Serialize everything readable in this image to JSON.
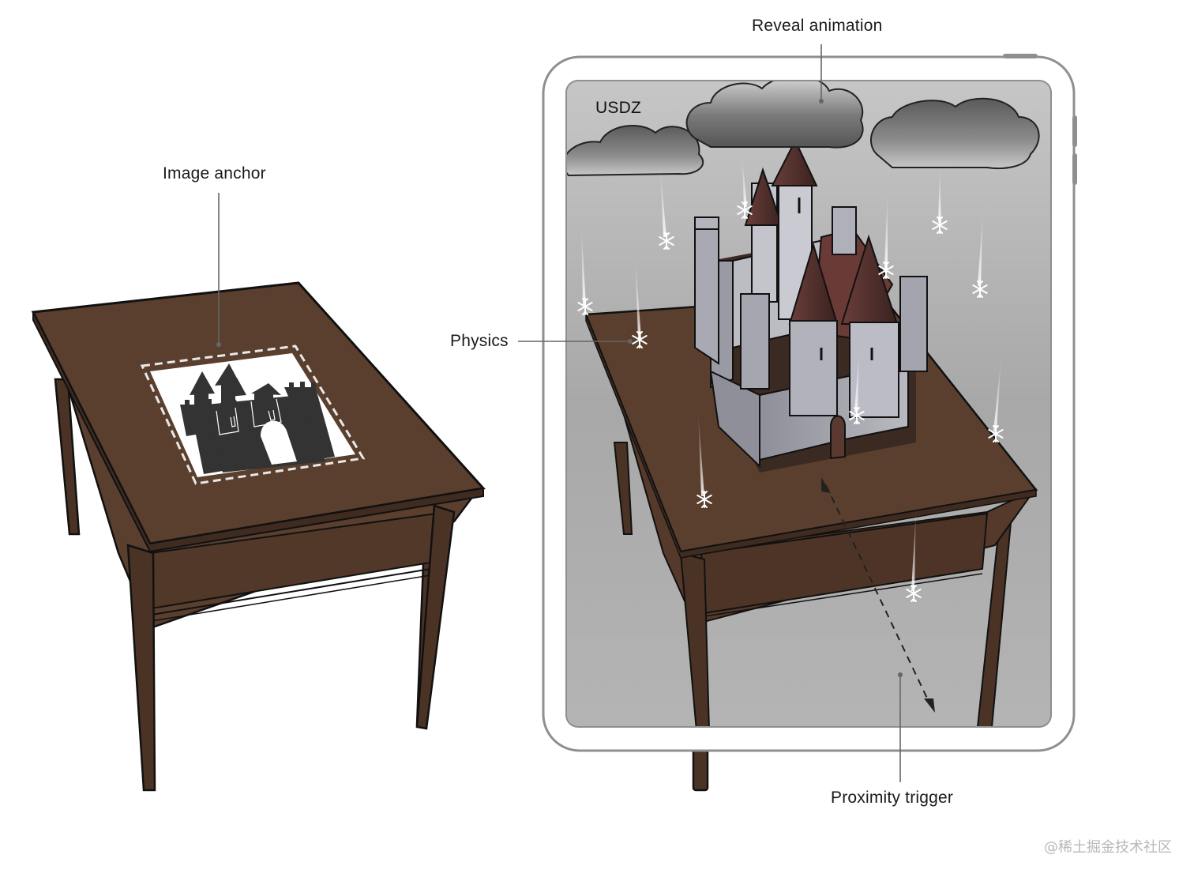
{
  "labels": {
    "image_anchor": "Image anchor",
    "reveal_animation": "Reveal animation",
    "usdz": "USDZ",
    "physics": "Physics",
    "proximity_trigger": "Proximity trigger"
  },
  "watermark": "@稀土掘金技术社区",
  "colors": {
    "table_top": "#5a3f2e",
    "table_side": "#4a3325",
    "castle_wall": "#a9a9b3",
    "castle_roof": "#4a2a28",
    "marker_fill": "#333333",
    "screen_bg_top": "#bdbdbd",
    "screen_bg_bottom": "#9a9a9a"
  },
  "icons": {
    "snowflake": "snowflake-icon",
    "castle_marker": "castle-silhouette-icon",
    "tablet": "tablet-device-icon"
  }
}
